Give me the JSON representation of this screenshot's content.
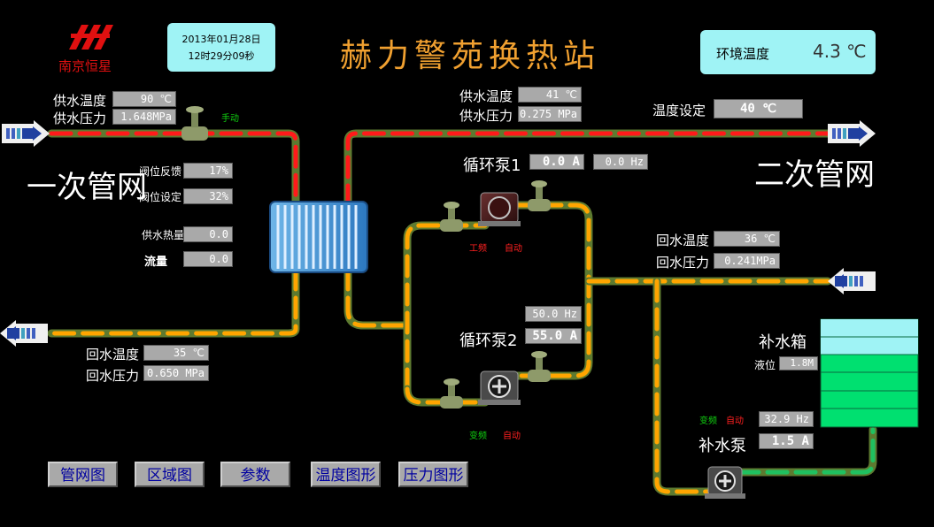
{
  "header": {
    "logo_text": "南京恒星",
    "date": "2013年01月28日",
    "time": "12时29分09秒",
    "title": "赫力警苑换热站",
    "ambient_label": "环境温度",
    "ambient_value": "4.3 ℃"
  },
  "primary": {
    "network_label": "一次管网",
    "supply_temp_label": "供水温度",
    "supply_temp": "90 ℃",
    "supply_pressure_label": "供水压力",
    "supply_pressure": "1.648MPa",
    "valve_mode": "手动",
    "valve_feedback_label": "阀位反馈",
    "valve_feedback": "17%",
    "valve_setting_label": "阀位设定",
    "valve_setting": "32%",
    "heat_label": "供水热量",
    "heat": "0.0",
    "flow_label": "流量",
    "flow": "0.0",
    "return_temp_label": "回水温度",
    "return_temp": "35 ℃",
    "return_pressure_label": "回水压力",
    "return_pressure": "0.650 MPa"
  },
  "secondary": {
    "network_label": "二次管网",
    "supply_temp_label": "供水温度",
    "supply_temp": "41 ℃",
    "supply_pressure_label": "供水压力",
    "supply_pressure": "0.275 MPa",
    "temp_setting_label": "温度设定",
    "temp_setting": "40 ℃",
    "return_temp_label": "回水温度",
    "return_temp": "36 ℃",
    "return_pressure_label": "回水压力",
    "return_pressure": "0.241MPa"
  },
  "pump1": {
    "label": "循环泵1",
    "current": "0.0 A",
    "frequency": "0.0 Hz",
    "mode_left": "工频",
    "mode_right": "自动"
  },
  "pump2": {
    "label": "循环泵2",
    "frequency": "50.0 Hz",
    "current": "55.0 A",
    "mode_left": "变频",
    "mode_right": "自动"
  },
  "makeup": {
    "tank_label": "补水箱",
    "level_label": "液位",
    "level": "1.8M",
    "pump_label": "补水泵",
    "mode_left": "变频",
    "mode_right": "自动",
    "frequency": "32.9 Hz",
    "current": "1.5 A"
  },
  "nav": [
    {
      "label": "管网图"
    },
    {
      "label": "区域图"
    },
    {
      "label": "参数"
    },
    {
      "label": "温度图形"
    },
    {
      "label": "压力图形"
    }
  ],
  "colors": {
    "background": "#000000",
    "hot_pipe": "#ff1a1a",
    "cold_pipe": "#ffa500",
    "pipe_base": "#6c8a3a",
    "panel": "#9ff3f5",
    "value_box": "#a9a9a9",
    "title": "#f0a030",
    "tank_water": "#00e070"
  }
}
